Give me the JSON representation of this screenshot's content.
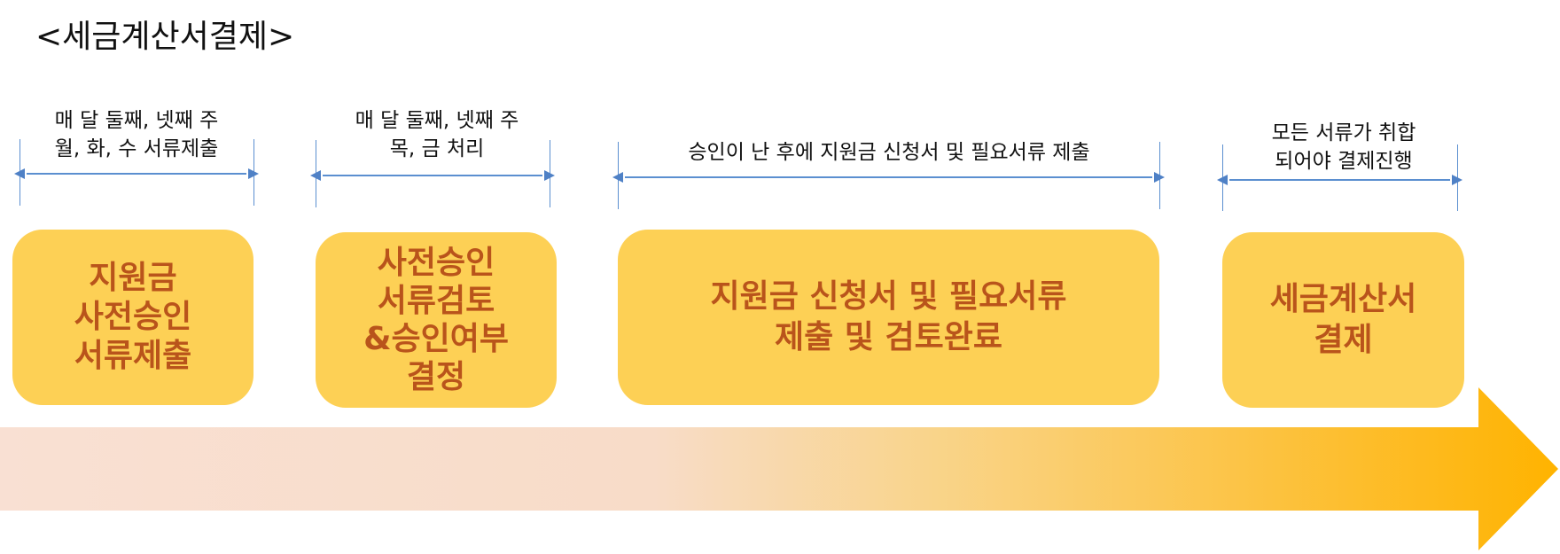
{
  "title": "<세금계산서결제>",
  "stages": [
    {
      "timing": "매 달 둘째, 넷째 주\n월, 화, 수 서류제출",
      "step": "지원금\n사전승인\n서류제출"
    },
    {
      "timing": "매 달 둘째, 넷째 주\n목, 금 처리",
      "step": "사전승인\n서류검토\n&승인여부\n결정"
    },
    {
      "timing": "승인이 난 후에 지원금 신청서 및 필요서류 제출",
      "step": "지원금 신청서 및 필요서류\n제출 및 검토완료"
    },
    {
      "timing": "모든 서류가 취합\n되어야 결제진행",
      "step": "세금계산서\n결제"
    }
  ],
  "colors": {
    "box_fill": "#fdd055",
    "box_text": "#b9541b",
    "span_line": "#5b8fd0",
    "arrow_start": "#f9e0d3",
    "arrow_end": "#ffb300"
  }
}
